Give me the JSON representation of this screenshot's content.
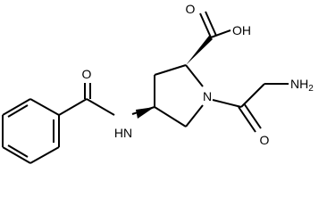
{
  "labels": {
    "carboxyl_oh": "OH",
    "carbonyl_o_top": "O",
    "amine_nh2": "NH",
    "amine_nh2_sub": "2",
    "ring_n": "N",
    "acyl_o_bottom": "O",
    "amide_nh": "HN",
    "benzoyl_o": "O"
  }
}
